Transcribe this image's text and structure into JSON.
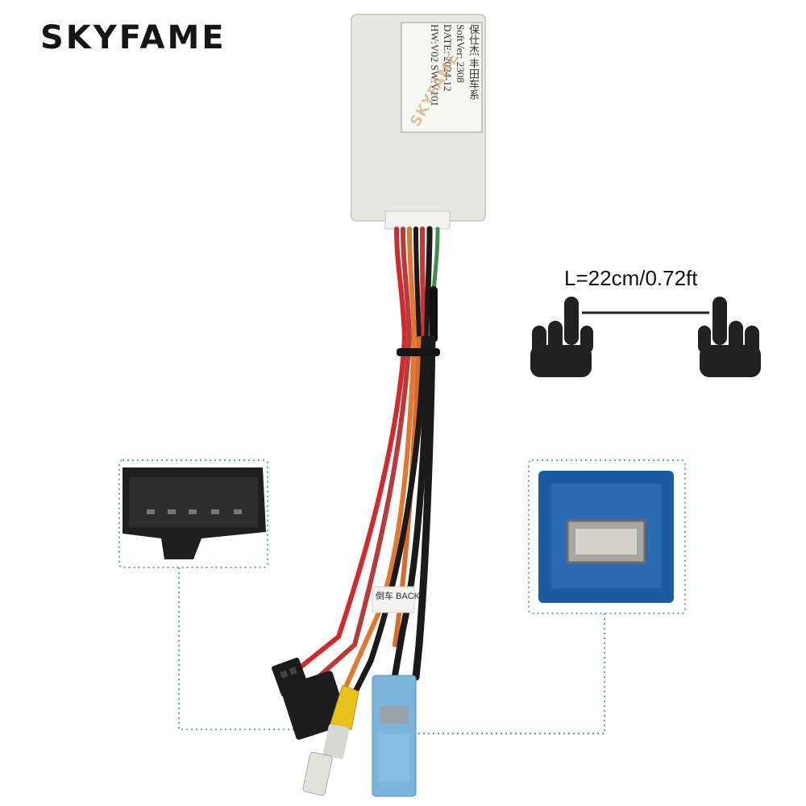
{
  "brand": {
    "name": "SKYFAME"
  },
  "cable": {
    "length_label": "L=22cm/0.72ft"
  },
  "module": {
    "lines": [
      "保仕杰 丰田车系",
      "SoftVer: 2308",
      "DATE: 2024-12",
      "HW:V02   SW:V101"
    ],
    "watermark": "SKYFAME"
  },
  "connector_tag": {
    "text": "倒车 BACK"
  },
  "colors": {
    "box": "#e7e7e3",
    "blue_connector": "#1e5aa0",
    "light_blue_plug": "#7cb4dc",
    "yellow_rca": "#e8c21a",
    "dotted_line": "#5aa6d6",
    "hand": "#222222"
  },
  "icons": [
    "left-hand-pointer-icon",
    "right-hand-pointer-icon"
  ]
}
